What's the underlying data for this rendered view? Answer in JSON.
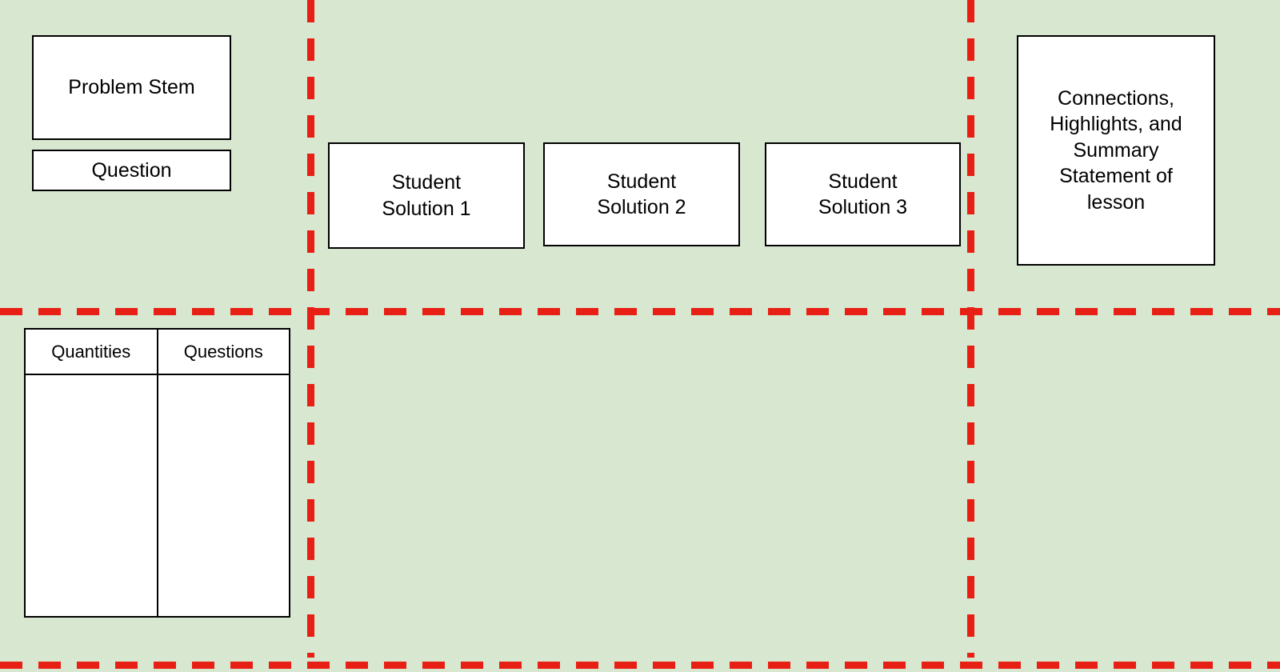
{
  "canvas": {
    "bg_color": "#d8e7d0",
    "divider_color": "#e81f15"
  },
  "problem_stem": {
    "label": "Problem Stem"
  },
  "question": {
    "label": "Question"
  },
  "solutions": [
    {
      "label": "Student\nSolution 1"
    },
    {
      "label": "Student\nSolution 2"
    },
    {
      "label": "Student\nSolution 3"
    }
  ],
  "summary": {
    "label": "Connections,\nHighlights, and\nSummary\nStatement of\nlesson"
  },
  "table": {
    "headers": [
      "Quantities",
      "Questions"
    ]
  }
}
